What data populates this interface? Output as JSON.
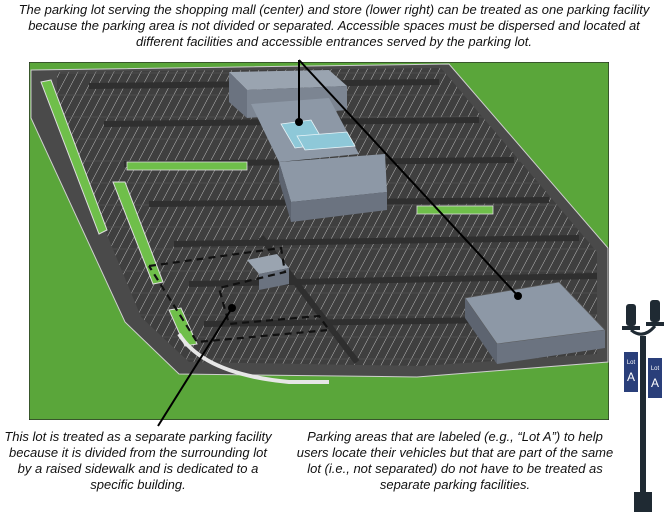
{
  "captions": {
    "top": "The parking lot serving the shopping mall (center) and store (lower right) can be treated as one parking facility because the parking area is not divided or separated.  Accessible spaces must be dispersed and located at different facilities and accessible entrances served by the parking lot.",
    "bottom_left": "This lot is treated as a separate parking facility because it is divided from the surrounding lot by a raised sidewalk and is dedicated to a specific building.",
    "bottom_right": "Parking areas that are labeled (e.g., “Lot A”) to help users locate their vehicles but that are part of the same lot (i.e., not separated) do not have to be treated as separate parking facilities."
  },
  "lamppost": {
    "sign_left": {
      "top": "Lot",
      "letter": "A"
    },
    "sign_right": {
      "top": "Lot",
      "letter": "A"
    }
  },
  "colors": {
    "grass": "#5aa63a",
    "asphalt": "#3a3a3a",
    "roof": "#8a95a3",
    "skylight": "#8ec8d8",
    "sign": "#2a3f7a"
  }
}
